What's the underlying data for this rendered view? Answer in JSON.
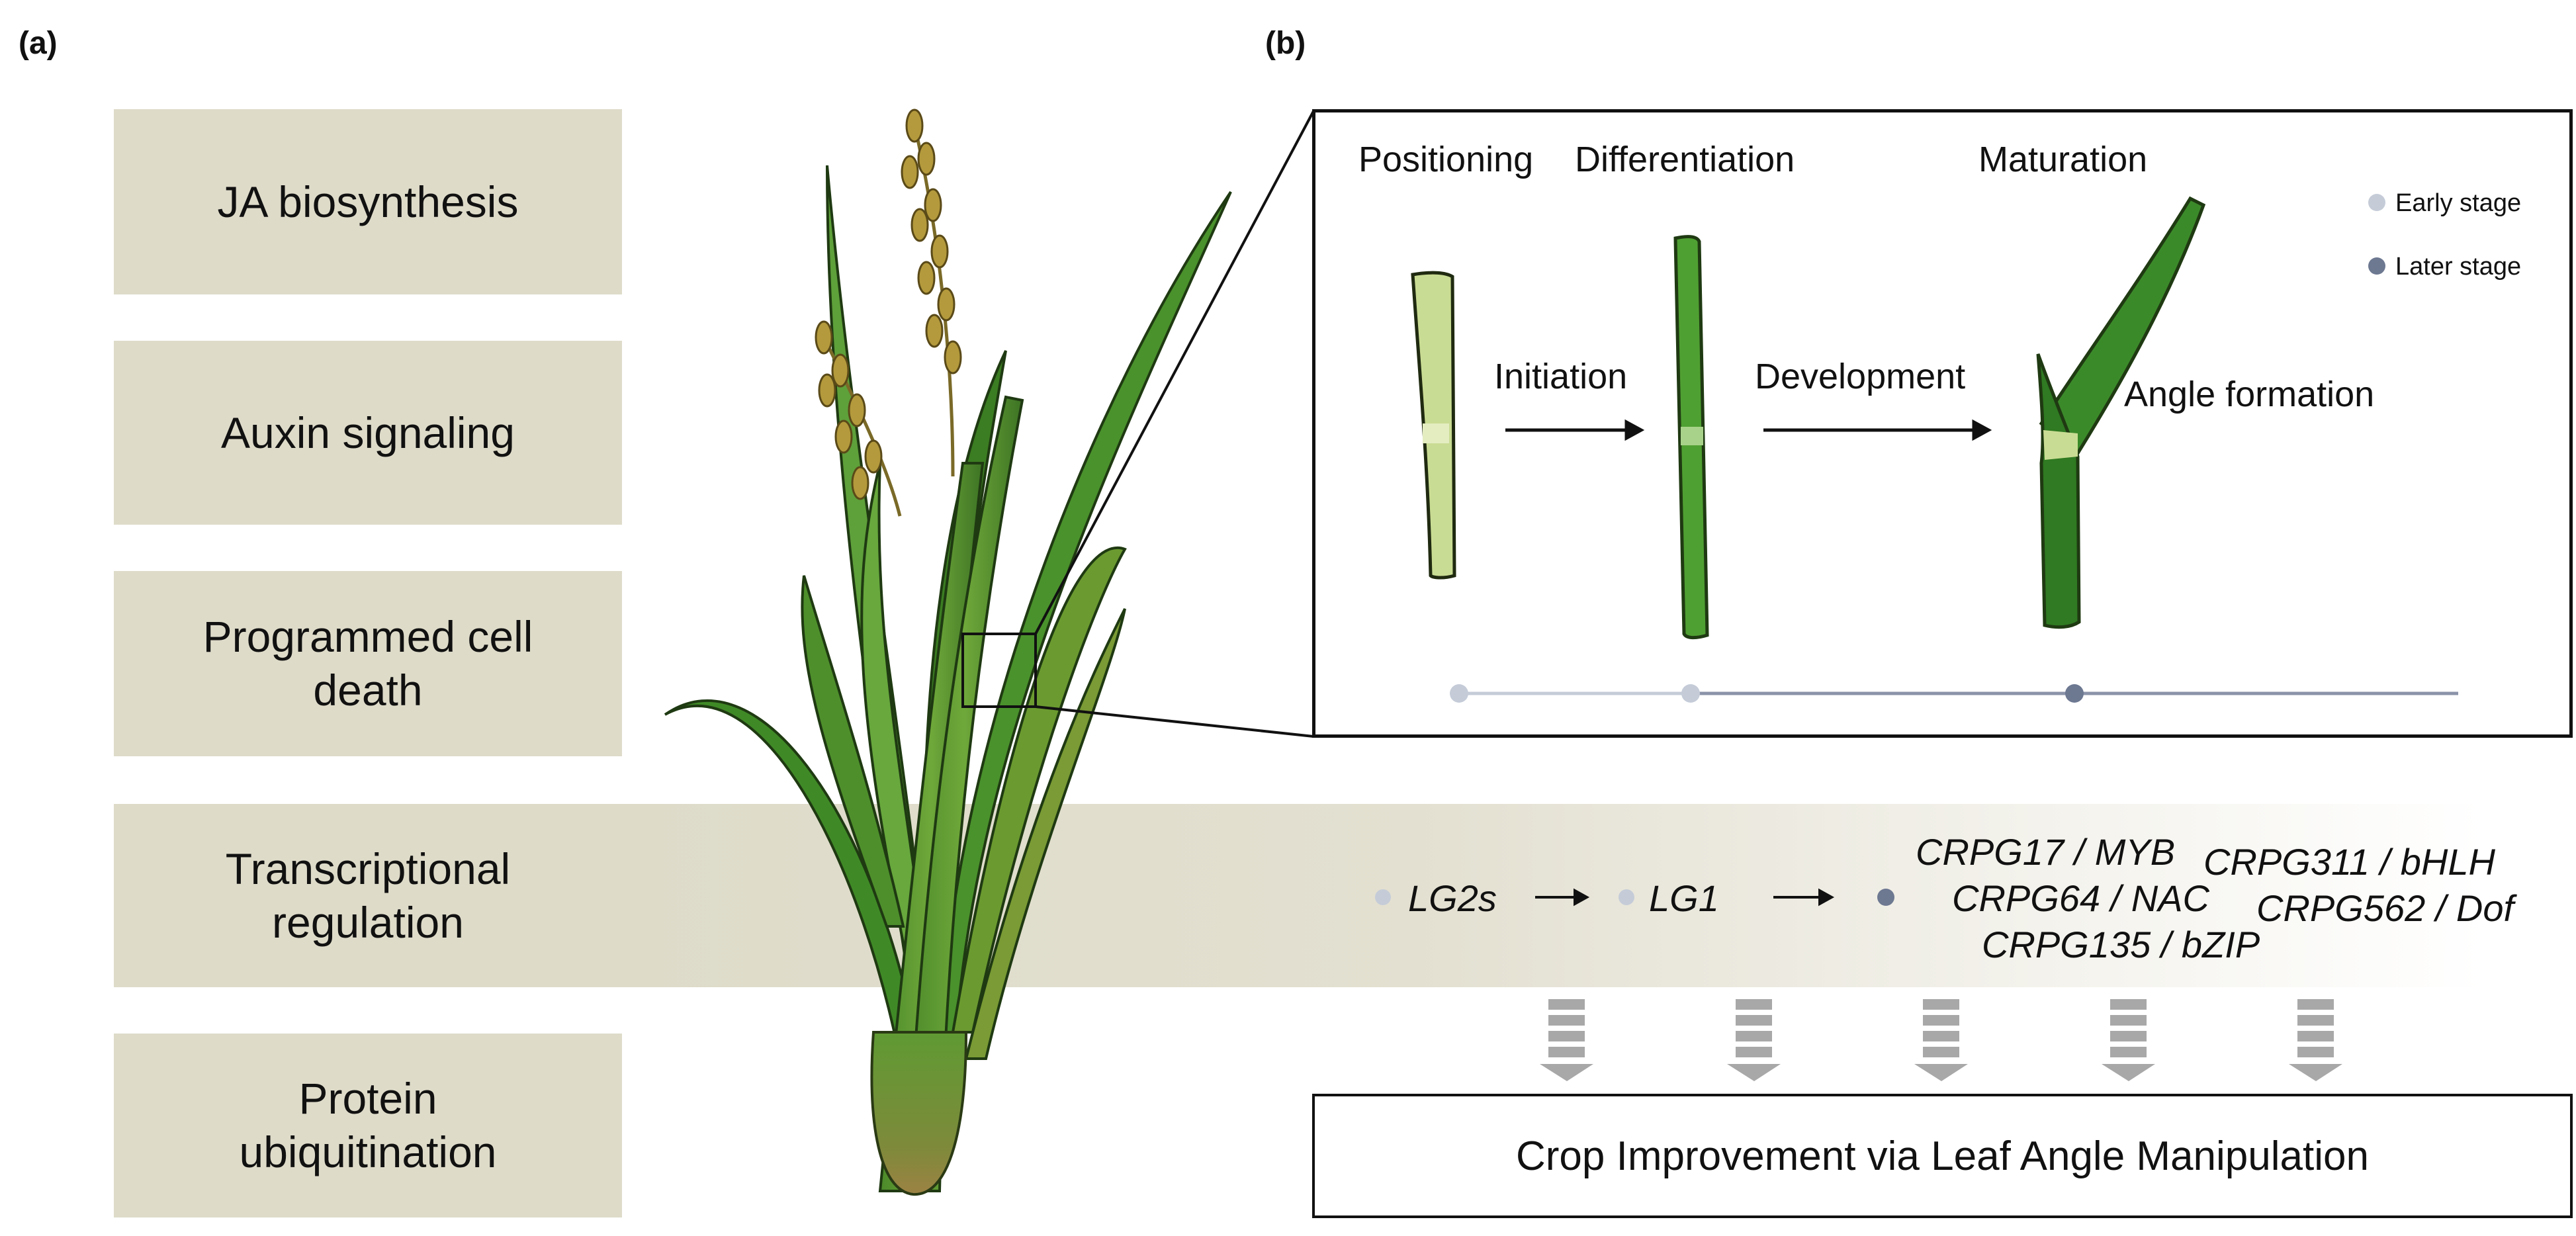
{
  "panels": {
    "a": "(a)",
    "b": "(b)"
  },
  "categories": [
    "JA biosynthesis",
    "Auxin signaling",
    "Programmed cell death",
    "Transcriptional regulation",
    "Protein ubiquitination"
  ],
  "stages": {
    "positioning": "Positioning",
    "differentiation": "Differentiation",
    "maturation": "Maturation",
    "initiation": "Initiation",
    "development": "Development",
    "angle_formation": "Angle formation"
  },
  "legend": {
    "early": "Early stage",
    "later": "Later stage"
  },
  "genes": {
    "lg2s": "LG2s",
    "lg1": "LG1",
    "crpg17": "CRPG17 / MYB",
    "crpg64": "CRPG64 / NAC",
    "crpg135": "CRPG135 / bZIP",
    "crpg311": "CRPG311 / bHLH",
    "crpg562": "CRPG562 / Dof"
  },
  "outcome": "Crop Improvement via Leaf Angle Manipulation",
  "colors": {
    "category_fill": "#dedbc9",
    "early_dot": "#c5ccd8",
    "later_dot": "#6d7891",
    "leaf_dark": "#2f7a22",
    "leaf_light": "#c9dc93",
    "grain": "#b49a3c"
  }
}
